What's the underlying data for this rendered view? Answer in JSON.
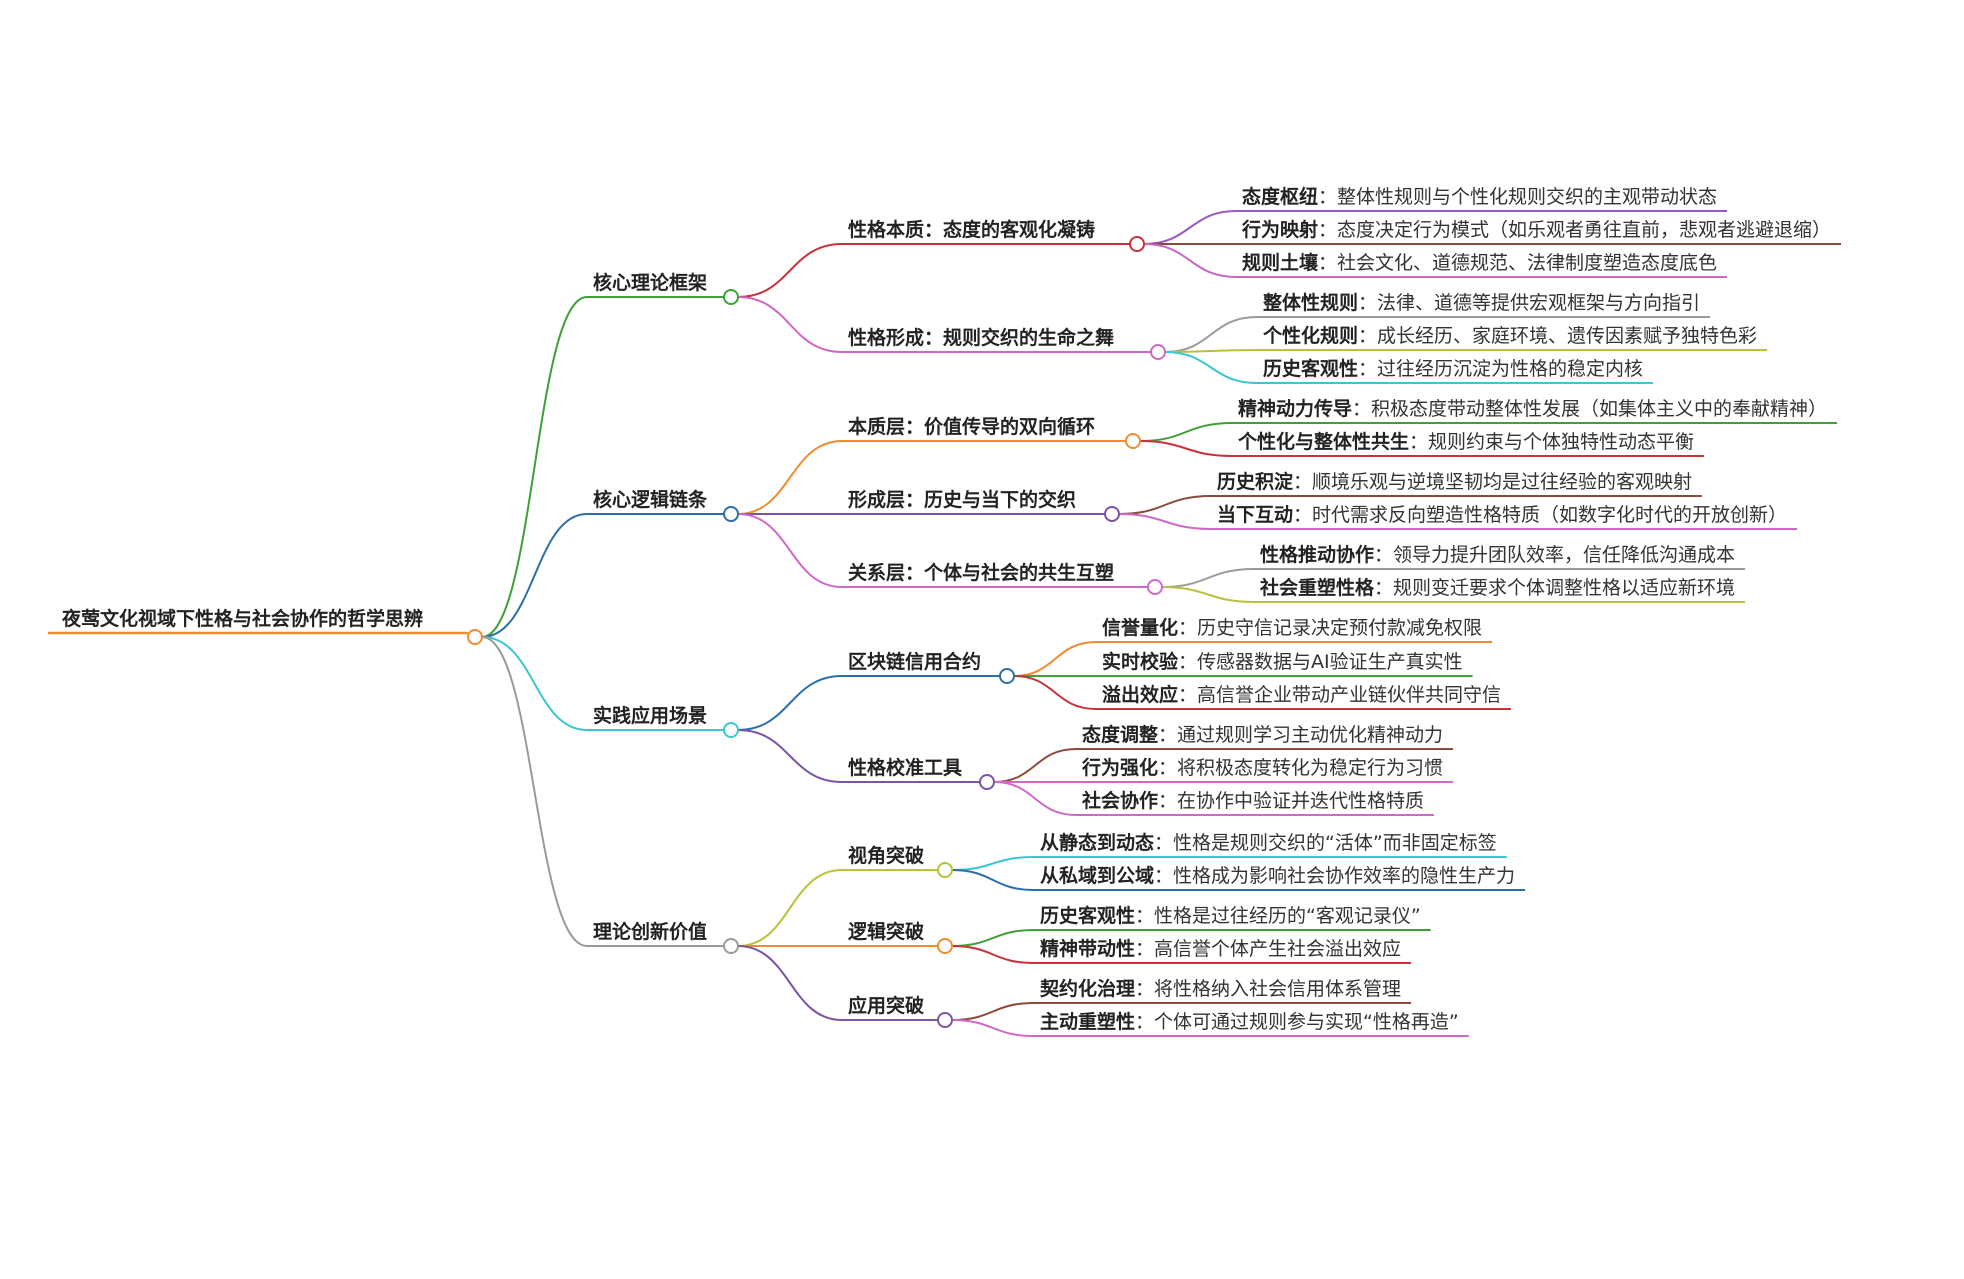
{
  "mindmap": {
    "root": {
      "label": "夜莺文化视域下性格与社会协作的哲学思辨",
      "color": "#f08c2e"
    },
    "branches": [
      {
        "label": "核心理论框架",
        "color": "#3fa037",
        "children": [
          {
            "label": "性格本质：态度的客观化凝铸",
            "color": "#c8323a",
            "leaves": [
              {
                "key": "态度枢纽",
                "desc": "整体性规则与个性化规则交织的主观带动状态",
                "color": "#9b59c0"
              },
              {
                "key": "行为映射",
                "desc": "态度决定行为模式（如乐观者勇往直前，悲观者逃避退缩）",
                "color": "#8b4a3a"
              },
              {
                "key": "规则土壤",
                "desc": "社会文化、道德规范、法律制度塑造态度底色",
                "color": "#c969c7"
              }
            ]
          },
          {
            "label": "性格形成：规则交织的生命之舞",
            "color": "#d068c8",
            "leaves": [
              {
                "key": "整体性规则",
                "desc": "法律、道德等提供宏观框架与方向指引",
                "color": "#9a9a9a"
              },
              {
                "key": "个性化规则",
                "desc": "成长经历、家庭环境、遗传因素赋予独特色彩",
                "color": "#b9c23a"
              },
              {
                "key": "历史客观性",
                "desc": "过往经历沉淀为性格的稳定内核",
                "color": "#3cc6cf"
              }
            ]
          }
        ]
      },
      {
        "label": "核心逻辑链条",
        "color": "#2c6fa8",
        "children": [
          {
            "label": "本质层：价值传导的双向循环",
            "color": "#f08c2e",
            "leaves": [
              {
                "key": "精神动力传导",
                "desc": "积极态度带动整体性发展（如集体主义中的奉献精神）",
                "color": "#3fa037"
              },
              {
                "key": "个性化与整体性共生",
                "desc": "规则约束与个体独特性动态平衡",
                "color": "#c8323a"
              }
            ]
          },
          {
            "label": "形成层：历史与当下的交织",
            "color": "#7b54a6",
            "leaves": [
              {
                "key": "历史积淀",
                "desc": "顺境乐观与逆境坚韧均是过往经验的客观映射",
                "color": "#8b4a3a"
              },
              {
                "key": "当下互动",
                "desc": "时代需求反向塑造性格特质（如数字化时代的开放创新）",
                "color": "#d068c8"
              }
            ]
          },
          {
            "label": "关系层：个体与社会的共生互塑",
            "color": "#d068c8",
            "leaves": [
              {
                "key": "性格推动协作",
                "desc": "领导力提升团队效率，信任降低沟通成本",
                "color": "#9a9a9a"
              },
              {
                "key": "社会重塑性格",
                "desc": "规则变迁要求个体调整性格以适应新环境",
                "color": "#b9c23a"
              }
            ]
          }
        ]
      },
      {
        "label": "实践应用场景",
        "color": "#3cc6cf",
        "children": [
          {
            "label": "区块链信用合约",
            "color": "#2c6fa8",
            "leaves": [
              {
                "key": "信誉量化",
                "desc": "历史守信记录决定预付款减免权限",
                "color": "#f08c2e"
              },
              {
                "key": "实时校验",
                "desc": "传感器数据与AI验证生产真实性",
                "color": "#3fa037"
              },
              {
                "key": "溢出效应",
                "desc": "高信誉企业带动产业链伙伴共同守信",
                "color": "#c8323a"
              }
            ]
          },
          {
            "label": "性格校准工具",
            "color": "#7b54a6",
            "leaves": [
              {
                "key": "态度调整",
                "desc": "通过规则学习主动优化精神动力",
                "color": "#8b4a3a"
              },
              {
                "key": "行为强化",
                "desc": "将积极态度转化为稳定行为习惯",
                "color": "#d068c8"
              },
              {
                "key": "社会协作",
                "desc": "在协作中验证并迭代性格特质",
                "color": "#d068c8"
              }
            ]
          }
        ]
      },
      {
        "label": "理论创新价值",
        "color": "#9a9a9a",
        "children": [
          {
            "label": "视角突破",
            "color": "#b9c23a",
            "leaves": [
              {
                "key": "从静态到动态",
                "desc": "性格是规则交织的“活体”而非固定标签",
                "color": "#3cc6cf"
              },
              {
                "key": "从私域到公域",
                "desc": "性格成为影响社会协作效率的隐性生产力",
                "color": "#2c6fa8"
              }
            ]
          },
          {
            "label": "逻辑突破",
            "color": "#f08c2e",
            "leaves": [
              {
                "key": "历史客观性",
                "desc": "性格是过往经历的“客观记录仪”",
                "color": "#3fa037"
              },
              {
                "key": "精神带动性",
                "desc": "高信誉个体产生社会溢出效应",
                "color": "#c8323a"
              }
            ]
          },
          {
            "label": "应用突破",
            "color": "#7b54a6",
            "leaves": [
              {
                "key": "契约化治理",
                "desc": "将性格纳入社会信用体系管理",
                "color": "#8b4a3a"
              },
              {
                "key": "主动重塑性",
                "desc": "个体可通过规则参与实现“性格再造”",
                "color": "#d068c8"
              }
            ]
          }
        ]
      }
    ]
  }
}
